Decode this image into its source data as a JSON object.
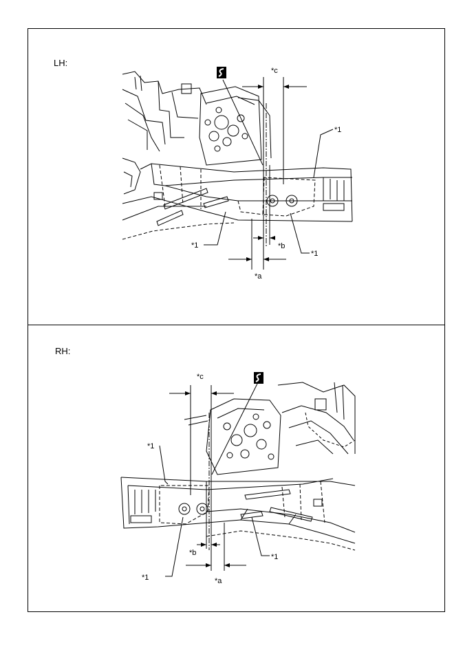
{
  "panels": {
    "lh": {
      "label": "LH:",
      "callouts": {
        "c": "*c",
        "b": "*b",
        "a": "*a",
        "one_top": "*1",
        "one_left": "*1",
        "one_right": "*1"
      }
    },
    "rh": {
      "label": "RH:",
      "callouts": {
        "c": "*c",
        "b": "*b",
        "a": "*a",
        "one_top": "*1",
        "one_left": "*1",
        "one_right": "*1"
      }
    }
  },
  "icons": {
    "weld_symbol": "s-wave-weld-icon"
  },
  "colors": {
    "ink": "#000000",
    "background": "#ffffff"
  }
}
